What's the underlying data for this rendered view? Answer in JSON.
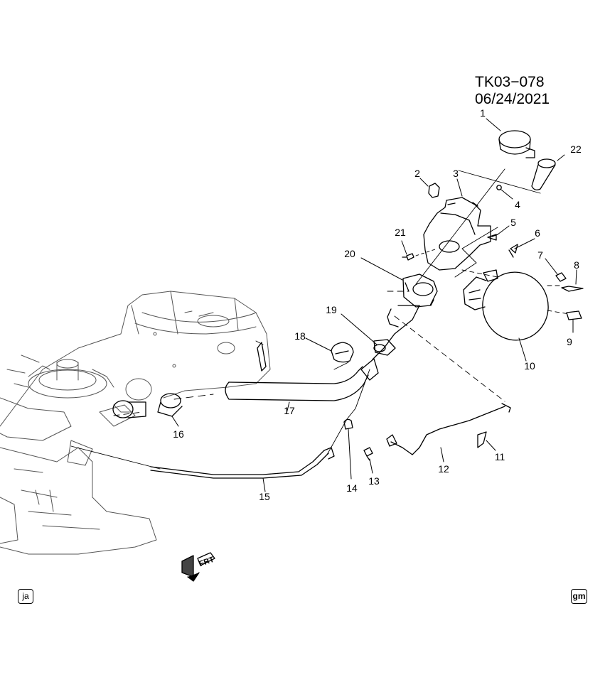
{
  "reference_code": "TK03−078  06/24/2021",
  "callouts": [
    {
      "id": "c1",
      "label": "1"
    },
    {
      "id": "c2",
      "label": "2"
    },
    {
      "id": "c3",
      "label": "3"
    },
    {
      "id": "c4",
      "label": "4"
    },
    {
      "id": "c5",
      "label": "5"
    },
    {
      "id": "c6",
      "label": "6"
    },
    {
      "id": "c7",
      "label": "7"
    },
    {
      "id": "c8",
      "label": "8"
    },
    {
      "id": "c9",
      "label": "9"
    },
    {
      "id": "c10",
      "label": "10"
    },
    {
      "id": "c11",
      "label": "11"
    },
    {
      "id": "c12",
      "label": "12"
    },
    {
      "id": "c13",
      "label": "13"
    },
    {
      "id": "c14",
      "label": "14"
    },
    {
      "id": "c15",
      "label": "15"
    },
    {
      "id": "c16",
      "label": "16"
    },
    {
      "id": "c17",
      "label": "17"
    },
    {
      "id": "c18",
      "label": "18"
    },
    {
      "id": "c19",
      "label": "19"
    },
    {
      "id": "c20",
      "label": "20"
    },
    {
      "id": "c21",
      "label": "21"
    },
    {
      "id": "c22",
      "label": "22"
    }
  ],
  "front_arrow_label": "FRT",
  "corner_badges": {
    "left": "ja",
    "right": "gm"
  },
  "icons": [
    "front-direction-arrow-icon",
    "gm-logo-icon"
  ]
}
